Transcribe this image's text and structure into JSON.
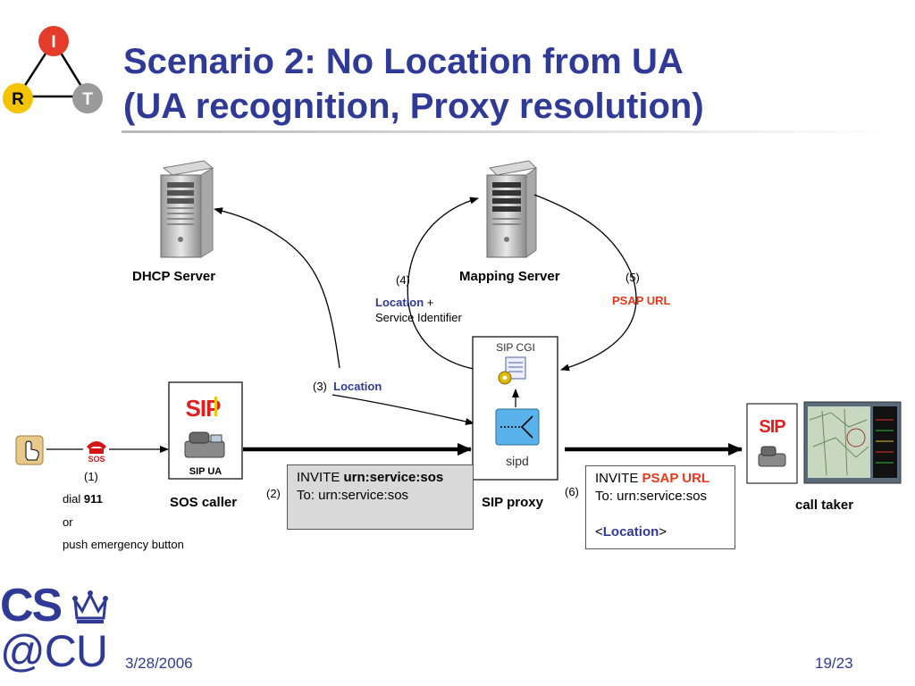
{
  "title": {
    "line1": "Scenario 2: No Location from UA",
    "line2": "(UA recognition, Proxy resolution)"
  },
  "logo_irt": {
    "top": "I",
    "left": "R",
    "right": "T"
  },
  "nodes": {
    "dhcp_server": "DHCP Server",
    "mapping_server": "Mapping Server",
    "sos_caller": "SOS caller",
    "sip_proxy": "SIP proxy",
    "call_taker": "call taker",
    "sip_ua_label": "SIP UA",
    "sip_cgi_label": "SIP CGI",
    "sipd_label": "sipd",
    "sip_logo": "SIP",
    "sos_label": "SOS"
  },
  "steps": {
    "s1": {
      "num": "(1)",
      "dial_prefix": "dial ",
      "dial_number": "911",
      "or": "or",
      "push": "push emergency button"
    },
    "s2": {
      "num": "(2)",
      "invite_prefix": "INVITE ",
      "invite_target": "urn:service:sos",
      "to_line": "To: urn:service:sos"
    },
    "s3": {
      "num": "(3)",
      "label": "Location"
    },
    "s4": {
      "num": "(4)",
      "location": "Location",
      "plus": " +",
      "service_identifier": "Service Identifier"
    },
    "s5": {
      "num": "(5)",
      "label": "PSAP URL"
    },
    "s6": {
      "num": "(6)",
      "invite_prefix": "INVITE ",
      "invite_target": "PSAP URL",
      "to_line": "To: urn:service:sos",
      "lt": "<",
      "location": "Location",
      "gt": ">"
    }
  },
  "footer": {
    "date": "3/28/2006",
    "page": "19/23",
    "logo_top": "CS",
    "logo_bottom": "@CU"
  },
  "colors": {
    "title": "#2f3a96",
    "location": "#2f3a96",
    "psap": "#e8371a",
    "irt_i": "#e53b2a",
    "irt_r": "#f5c400",
    "irt_t": "#9a9a9a"
  }
}
